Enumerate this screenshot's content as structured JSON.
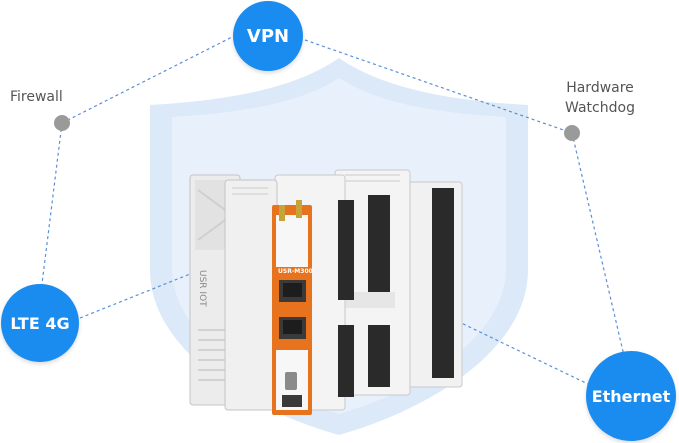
{
  "colors": {
    "accent": "#1a8cf0",
    "dot": "#9a9a9a",
    "line": "#5a8fd8",
    "shield": "#dbe9f8",
    "orange": "#e8731f"
  },
  "nodes": {
    "vpn": "VPN",
    "lte": "LTE 4G",
    "ethernet": "Ethernet"
  },
  "labels": {
    "firewall": "Firewall",
    "hardware": "Hardware",
    "watchdog": "Watchdog"
  },
  "device": {
    "side_text": "USR IOT",
    "model": "USR-M300"
  }
}
